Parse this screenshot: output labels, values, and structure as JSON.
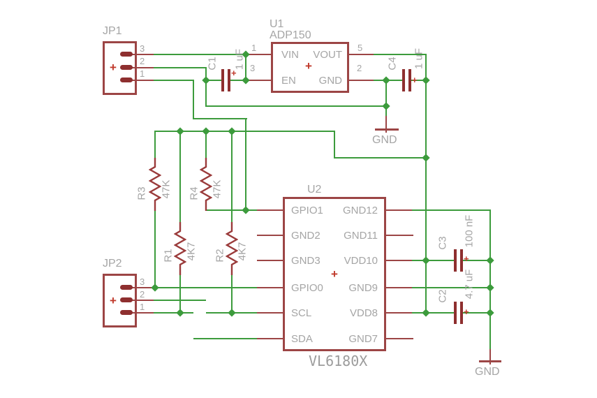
{
  "schematic": {
    "jp1": {
      "ref": "JP1",
      "plus": "+",
      "pin_numbers": [
        "3",
        "2",
        "1"
      ]
    },
    "jp2": {
      "ref": "JP2",
      "plus": "+",
      "pin_numbers": [
        "3",
        "2",
        "1"
      ]
    },
    "u1": {
      "ref": "U1",
      "part": "ADP150",
      "plus": "+",
      "pins": {
        "left": [
          {
            "num": "1",
            "name": "VIN"
          },
          {
            "num": "3",
            "name": "EN"
          }
        ],
        "right": [
          {
            "num": "5",
            "name": "VOUT"
          },
          {
            "num": "2",
            "name": "GND"
          }
        ]
      }
    },
    "u2": {
      "ref": "U2",
      "part": "VL6180X",
      "plus": "+",
      "pins_left": [
        "GPIO1",
        "GND2",
        "GND3",
        "GPIO0",
        "SCL",
        "SDA"
      ],
      "pins_right": [
        "GND12",
        "GND11",
        "VDD10",
        "GND9",
        "VDD8",
        "GND7"
      ]
    },
    "resistors": {
      "r1": {
        "ref": "R1",
        "value": "4K7"
      },
      "r2": {
        "ref": "R2",
        "value": "4K7"
      },
      "r3": {
        "ref": "R3",
        "value": "47K"
      },
      "r4": {
        "ref": "R4",
        "value": "47K"
      }
    },
    "capacitors": {
      "c1": {
        "ref": "C1",
        "value": "1 uF",
        "plus": "+"
      },
      "c2": {
        "ref": "C2",
        "value": "4.7 uF",
        "plus": "+"
      },
      "c3": {
        "ref": "C3",
        "value": "100 nF",
        "plus": "+"
      },
      "c4": {
        "ref": "C4",
        "value": "1 uF",
        "plus": "+"
      }
    },
    "gnd_labels": {
      "top": "GND",
      "bottom": "GND"
    },
    "colors": {
      "wire": "#3c9b3c",
      "symbol": "#9c4545",
      "plus": "#c0392b",
      "text": "#a5a5a5"
    }
  }
}
